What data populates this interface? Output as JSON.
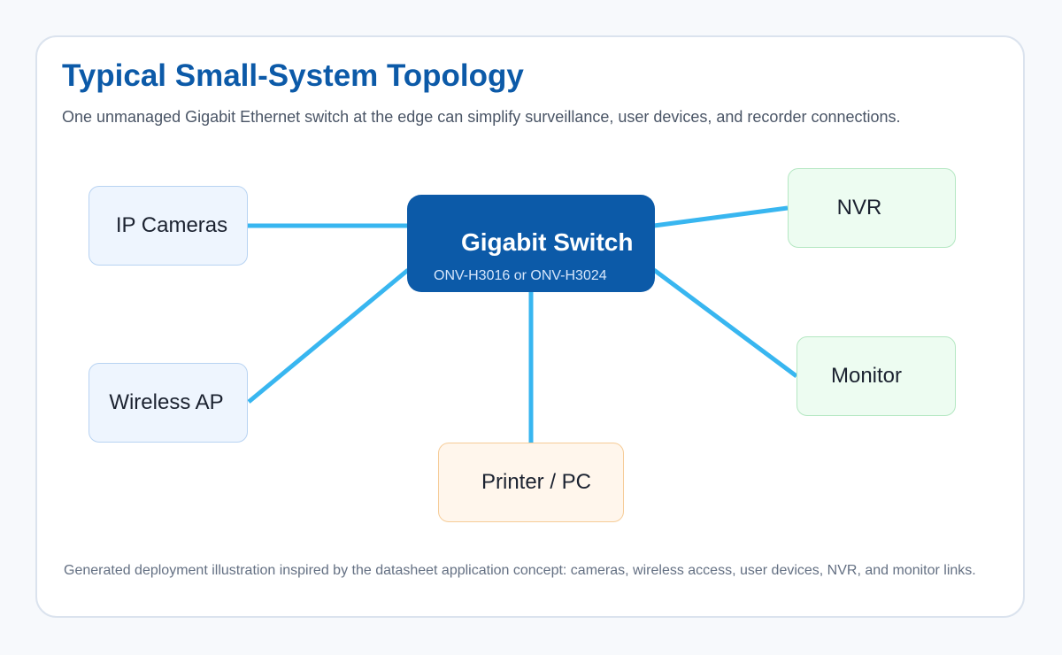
{
  "title": "Typical Small-System Topology",
  "subtitle": "One unmanaged Gigabit Ethernet switch at the edge can simplify surveillance, user devices, and recorder connections.",
  "switch": {
    "name": "Gigabit Switch",
    "models": "ONV-H3016 or ONV-H3024"
  },
  "devices": {
    "ip_cameras": "IP Cameras",
    "wireless_ap": "Wireless AP",
    "printer_pc": "Printer / PC",
    "nvr": "NVR",
    "monitor": "Monitor"
  },
  "footnote": "Generated deployment illustration inspired by the datasheet application concept: cameras, wireless access, user devices, NVR, and monitor links.",
  "colors": {
    "accent": "#0c5aa8",
    "link": "#38b6f0",
    "user_device_fill": "#eef5fe",
    "recorder_fill": "#edfcf1",
    "office_fill": "#fff6ec"
  }
}
